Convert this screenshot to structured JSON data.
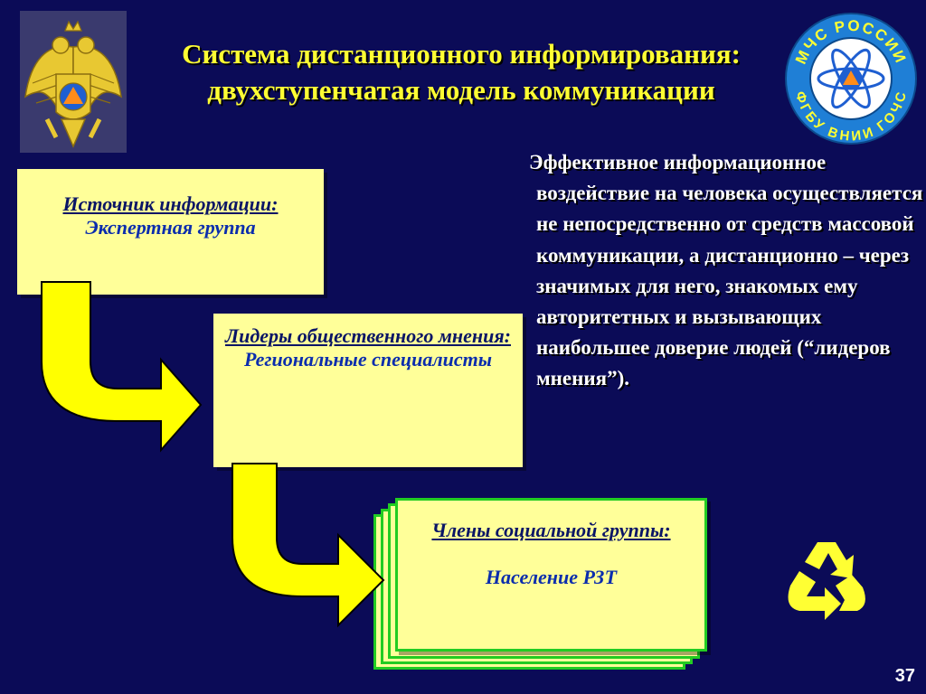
{
  "title": {
    "line1": "Система дистанционного информирования:",
    "line2": "двухступенчатая модель коммуникации"
  },
  "logo_text": "МЧС РОССИИ ФГБУ ВНИИ ГОЧС",
  "boxes": [
    {
      "heading": "Источник информации:",
      "subtitle": "Экспертная группа"
    },
    {
      "heading": "Лидеры общественного мнения:",
      "subtitle": "Региональные специалисты"
    },
    {
      "heading": "Члены социальной группы:",
      "subtitle": "Население РЗТ"
    }
  ],
  "description": "Эффективное информационное воздействие на человека осуществляется не непосредственно от средств массовой коммуникации, а дистанционно – через значимых для него, знакомых ему авторитетных и вызывающих наибольшее доверие людей (“лидеров мнения”).",
  "page_number": "37",
  "colors": {
    "background": "#0b0b57",
    "title": "#ffff33",
    "box": "#ffff99",
    "arrow": "#ffff00",
    "stack_border": "#22cc22"
  },
  "icons": [
    "coat-of-arms-emblem",
    "mchs-round-logo",
    "recycle-icon"
  ]
}
